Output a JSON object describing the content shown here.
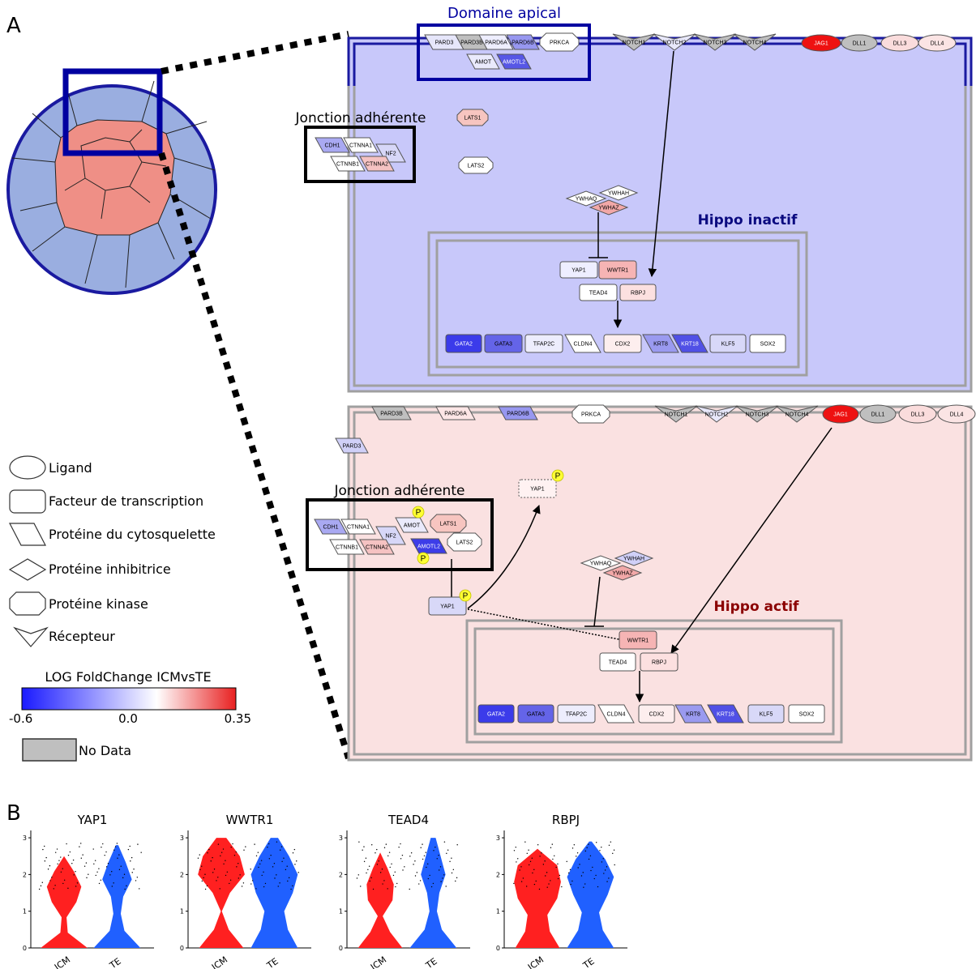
{
  "panel_letters": {
    "a": "A",
    "b": "B"
  },
  "legend": {
    "shapes": [
      {
        "shape": "ellipse",
        "label": "Ligand"
      },
      {
        "shape": "rounded-rect",
        "label": "Facteur de transcription"
      },
      {
        "shape": "parallelogram",
        "label": "Protéine du cytosquelette"
      },
      {
        "shape": "diamond",
        "label": "Protéine inhibitrice"
      },
      {
        "shape": "octagon",
        "label": "Protéine kinase"
      },
      {
        "shape": "chevron",
        "label": "Récepteur"
      }
    ],
    "colorbar": {
      "title": "LOG FoldChange ICMvsTE",
      "min_label": "-0.6",
      "mid_label": "0.0",
      "max_label": "0.35",
      "low_color": "#1a1aff",
      "mid_color": "#ffffff",
      "high_color": "#e82020"
    },
    "nodata_label": "No Data",
    "nodata_color": "#bfbfbf"
  },
  "top": {
    "title": "Domaine apical",
    "subtitle": "Hippo inactif",
    "junction_label": "Jonction adhérente",
    "bg": "#c8c8fa"
  },
  "bottom": {
    "subtitle": "Hippo actif",
    "junction_label": "Jonction adhérente",
    "bg": "#fae1e1"
  },
  "nodes": [
    {
      "id": "t_pard3",
      "label": "PARD3",
      "shape": "para",
      "color": "#e6e6fa"
    },
    {
      "id": "t_pard3b",
      "label": "PARD3B",
      "shape": "para",
      "color": "#bfbfbf"
    },
    {
      "id": "t_pard6a",
      "label": "PARD6A",
      "shape": "para",
      "color": "#eeeeff"
    },
    {
      "id": "t_pard6b",
      "label": "PARD6B",
      "shape": "para",
      "color": "#9797f0"
    },
    {
      "id": "t_prkca",
      "label": "PRKCA",
      "shape": "oct",
      "color": "#ffffff"
    },
    {
      "id": "t_amot",
      "label": "AMOT",
      "shape": "para",
      "color": "#eaeafc"
    },
    {
      "id": "t_amotl2",
      "label": "AMOTL2",
      "shape": "para",
      "color": "#5757e6"
    },
    {
      "id": "t_notch1",
      "label": "NOTCH1",
      "shape": "chev",
      "color": "#bfbfbf"
    },
    {
      "id": "t_notch2",
      "label": "NOTCH2",
      "shape": "chev",
      "color": "#e8e8fb"
    },
    {
      "id": "t_notch3",
      "label": "NOTCH3",
      "shape": "chev",
      "color": "#bfbfbf"
    },
    {
      "id": "t_notch4",
      "label": "NOTCH4",
      "shape": "chev",
      "color": "#bfbfbf"
    },
    {
      "id": "t_jag1",
      "label": "JAG1",
      "shape": "ell",
      "color": "#ee1111"
    },
    {
      "id": "t_dll1",
      "label": "DLL1",
      "shape": "ell",
      "color": "#bfbfbf"
    },
    {
      "id": "t_dll3",
      "label": "DLL3",
      "shape": "ell",
      "color": "#fadcdc"
    },
    {
      "id": "t_dll4",
      "label": "DLL4",
      "shape": "ell",
      "color": "#fbe4e4"
    },
    {
      "id": "t_lats1",
      "label": "LATS1",
      "shape": "oct",
      "color": "#f7c5c0"
    },
    {
      "id": "t_lats2",
      "label": "LATS2",
      "shape": "oct",
      "color": "#ffffff"
    },
    {
      "id": "t_cdh1",
      "label": "CDH1",
      "shape": "para",
      "color": "#a9a9f2"
    },
    {
      "id": "t_ctnna1",
      "label": "CTNNA1",
      "shape": "para",
      "color": "#ffffff"
    },
    {
      "id": "t_nf2",
      "label": "NF2",
      "shape": "para",
      "color": "#d7d7f8"
    },
    {
      "id": "t_ctnnb1",
      "label": "CTNNB1",
      "shape": "para",
      "color": "#ffffff"
    },
    {
      "id": "t_ctnna2",
      "label": "CTNNA2",
      "shape": "para",
      "color": "#f5c2c2"
    },
    {
      "id": "t_ywhaq",
      "label": "YWHAQ",
      "shape": "dia",
      "color": "#ffffff"
    },
    {
      "id": "t_ywhah",
      "label": "YWHAH",
      "shape": "dia",
      "color": "#ffffff"
    },
    {
      "id": "t_ywhaz",
      "label": "YWHAZ",
      "shape": "dia",
      "color": "#f2a8a8"
    },
    {
      "id": "t_yap1",
      "label": "YAP1",
      "shape": "rect",
      "color": "#eeeeff"
    },
    {
      "id": "t_wwtr1",
      "label": "WWTR1",
      "shape": "rect",
      "color": "#f6b4b4"
    },
    {
      "id": "t_tead4",
      "label": "TEAD4",
      "shape": "rect",
      "color": "#ffffff"
    },
    {
      "id": "t_rbpj",
      "label": "RBPJ",
      "shape": "rect",
      "color": "#fce0e0"
    },
    {
      "id": "t_gata2",
      "label": "GATA2",
      "shape": "rect",
      "color": "#3b3bea"
    },
    {
      "id": "t_gata3",
      "label": "GATA3",
      "shape": "rect",
      "color": "#6464e8"
    },
    {
      "id": "t_tfap2c",
      "label": "TFAP2C",
      "shape": "rect",
      "color": "#ededfd"
    },
    {
      "id": "t_cldn4",
      "label": "CLDN4",
      "shape": "para",
      "color": "#ffffff"
    },
    {
      "id": "t_cdx2",
      "label": "CDX2",
      "shape": "rect",
      "color": "#fdeeee"
    },
    {
      "id": "t_krt8",
      "label": "KRT8",
      "shape": "para",
      "color": "#9a9af0"
    },
    {
      "id": "t_krt18",
      "label": "KRT18",
      "shape": "para",
      "color": "#5050e6"
    },
    {
      "id": "t_klf5",
      "label": "KLF5",
      "shape": "rect",
      "color": "#d8d8f8"
    },
    {
      "id": "t_sox2",
      "label": "SOX2",
      "shape": "rect",
      "color": "#ffffff"
    },
    {
      "id": "b_pard3b",
      "label": "PARD3B",
      "shape": "para",
      "color": "#bfbfbf"
    },
    {
      "id": "b_pard6a",
      "label": "PARD6A",
      "shape": "para",
      "color": "#fde6e6"
    },
    {
      "id": "b_pard6b",
      "label": "PARD6B",
      "shape": "para",
      "color": "#9797f0"
    },
    {
      "id": "b_prkca",
      "label": "PRKCA",
      "shape": "oct",
      "color": "#ffffff"
    },
    {
      "id": "b_pard3",
      "label": "PARD3",
      "shape": "para",
      "color": "#d0d0f8"
    },
    {
      "id": "b_notch1",
      "label": "NOTCH1",
      "shape": "chev",
      "color": "#bfbfbf"
    },
    {
      "id": "b_notch2",
      "label": "NOTCH2",
      "shape": "chev",
      "color": "#e8e8fb"
    },
    {
      "id": "b_notch3",
      "label": "NOTCH3",
      "shape": "chev",
      "color": "#bfbfbf"
    },
    {
      "id": "b_notch4",
      "label": "NOTCH4",
      "shape": "chev",
      "color": "#bfbfbf"
    },
    {
      "id": "b_jag1",
      "label": "JAG1",
      "shape": "ell",
      "color": "#ee1111"
    },
    {
      "id": "b_dll1",
      "label": "DLL1",
      "shape": "ell",
      "color": "#bfbfbf"
    },
    {
      "id": "b_dll3",
      "label": "DLL3",
      "shape": "ell",
      "color": "#fadcdc"
    },
    {
      "id": "b_dll4",
      "label": "DLL4",
      "shape": "ell",
      "color": "#fbe4e4"
    },
    {
      "id": "b_yap1p",
      "label": "YAP1",
      "shape": "rectd",
      "color": "#fff2f2"
    },
    {
      "id": "b_cdh1",
      "label": "CDH1",
      "shape": "para",
      "color": "#a9a9f2"
    },
    {
      "id": "b_ctnna1",
      "label": "CTNNA1",
      "shape": "para",
      "color": "#ffffff"
    },
    {
      "id": "b_nf2",
      "label": "NF2",
      "shape": "para",
      "color": "#d7d7f8"
    },
    {
      "id": "b_ctnnb1",
      "label": "CTNNB1",
      "shape": "para",
      "color": "#ffffff"
    },
    {
      "id": "b_ctnna2",
      "label": "CTNNA2",
      "shape": "para",
      "color": "#f5c2c2"
    },
    {
      "id": "b_amot",
      "label": "AMOT",
      "shape": "para",
      "color": "#eaeafc"
    },
    {
      "id": "b_amotl2",
      "label": "AMOTL2",
      "shape": "para",
      "color": "#3d3de8"
    },
    {
      "id": "b_lats1",
      "label": "LATS1",
      "shape": "oct",
      "color": "#f7c5c0"
    },
    {
      "id": "b_lats2",
      "label": "LATS2",
      "shape": "oct",
      "color": "#ffffff"
    },
    {
      "id": "b_ywhaq",
      "label": "YWHAQ",
      "shape": "dia",
      "color": "#ffffff"
    },
    {
      "id": "b_ywhah",
      "label": "YWHAH",
      "shape": "dia",
      "color": "#d0d0f8"
    },
    {
      "id": "b_ywhaz",
      "label": "YWHAZ",
      "shape": "dia",
      "color": "#f2a8a8"
    },
    {
      "id": "b_yap1",
      "label": "YAP1",
      "shape": "rect",
      "color": "#d8d8f8"
    },
    {
      "id": "b_wwtr1",
      "label": "WWTR1",
      "shape": "rect",
      "color": "#f6b4b4"
    },
    {
      "id": "b_tead4",
      "label": "TEAD4",
      "shape": "rect",
      "color": "#ffffff"
    },
    {
      "id": "b_rbpj",
      "label": "RBPJ",
      "shape": "rect",
      "color": "#fce0e0"
    },
    {
      "id": "b_gata2",
      "label": "GATA2",
      "shape": "rect",
      "color": "#3b3bea"
    },
    {
      "id": "b_gata3",
      "label": "GATA3",
      "shape": "rect",
      "color": "#6464e8"
    },
    {
      "id": "b_tfap2c",
      "label": "TFAP2C",
      "shape": "rect",
      "color": "#ededfd"
    },
    {
      "id": "b_cldn4",
      "label": "CLDN4",
      "shape": "para",
      "color": "#ffffff"
    },
    {
      "id": "b_cdx2",
      "label": "CDX2",
      "shape": "rect",
      "color": "#fdeeee"
    },
    {
      "id": "b_krt8",
      "label": "KRT8",
      "shape": "para",
      "color": "#9a9af0"
    },
    {
      "id": "b_krt18",
      "label": "KRT18",
      "shape": "para",
      "color": "#5050e6"
    },
    {
      "id": "b_klf5",
      "label": "KLF5",
      "shape": "rect",
      "color": "#d8d8f8"
    },
    {
      "id": "b_sox2",
      "label": "SOX2",
      "shape": "rect",
      "color": "#ffffff"
    }
  ],
  "phospho_label": "P",
  "phospho_color": "#ffff33",
  "chart_data": {
    "type": "violin",
    "groups": [
      "ICM",
      "TE"
    ],
    "group_colors": [
      "#ff2020",
      "#2060ff"
    ],
    "ylim": [
      0,
      3.2
    ],
    "yticks": [
      0,
      1,
      2,
      3
    ],
    "panels": [
      {
        "title": "YAP1"
      },
      {
        "title": "WWTR1"
      },
      {
        "title": "TEAD4"
      },
      {
        "title": "RBPJ"
      }
    ]
  }
}
